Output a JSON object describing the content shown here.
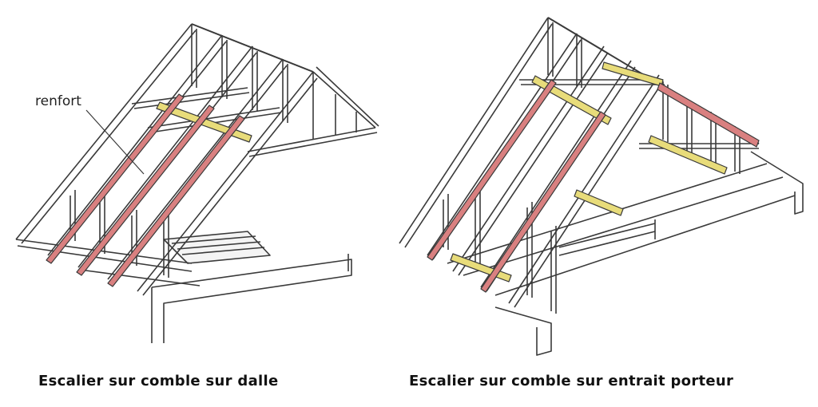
{
  "labels": {
    "reinforcement": "renfort"
  },
  "captions": {
    "left": "Escalier sur comble sur dalle",
    "right": "Escalier sur comble sur entrait porteur"
  },
  "colors": {
    "line": "#3a3a3a",
    "reinforcement": "#d98080",
    "trimmer": "#e8dc7a"
  }
}
